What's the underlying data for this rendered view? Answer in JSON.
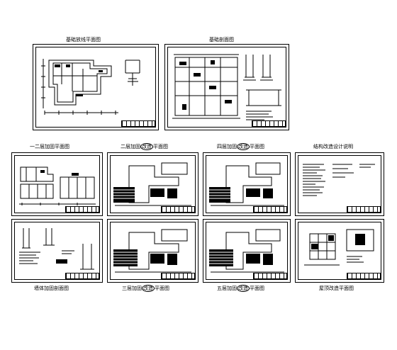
{
  "labels": {
    "s1": "基础放线平面图",
    "s2": "基础剖面图",
    "s3": "一二层加固平面图",
    "s4a": "二层加固",
    "s4b": "改造",
    "s4c": "平面图",
    "s5a": "四层加固",
    "s5b": "改造",
    "s5c": "平面图",
    "s6": "结构改造设计说明",
    "s7": "墙体加固剖面图",
    "s8a": "三层加固",
    "s8b": "改造",
    "s8c": "平面图",
    "s9a": "五层加固",
    "s9b": "改造",
    "s9c": "平面图",
    "s10": "屋顶改造平面图"
  }
}
